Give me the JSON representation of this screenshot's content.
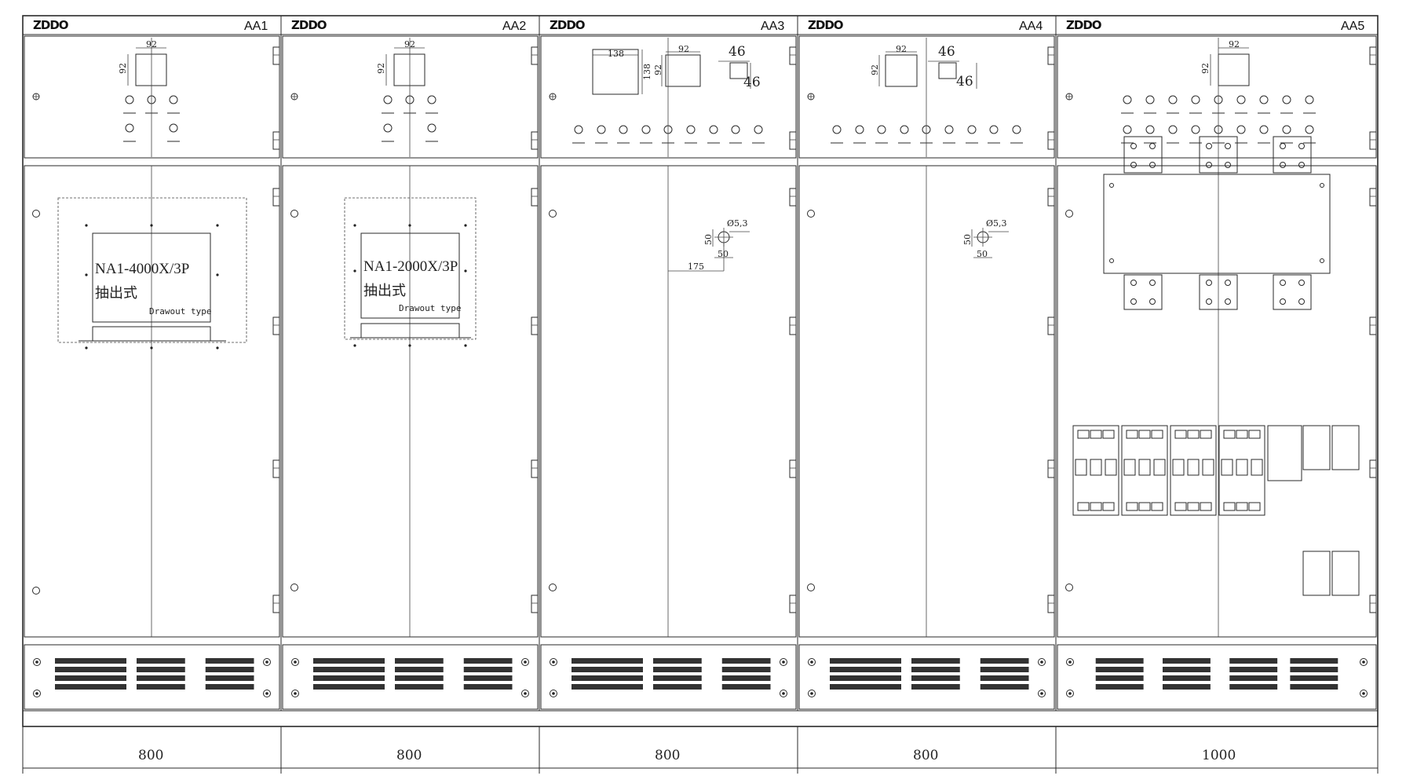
{
  "brand": "ZDDO",
  "panels": [
    {
      "code": "AA1",
      "width": "800",
      "breaker": {
        "model": "NA1-4000X/3P",
        "zh": "抽出式",
        "type": "Drawout type"
      },
      "top_dims": [
        "92",
        "92"
      ]
    },
    {
      "code": "AA2",
      "width": "800",
      "breaker": {
        "model": "NA1-2000X/3P",
        "zh": "抽出式",
        "type": "Drawout type"
      },
      "top_dims": [
        "92",
        "92"
      ]
    },
    {
      "code": "AA3",
      "width": "800",
      "top_dims": [
        "138",
        "138",
        "92",
        "92",
        "46",
        "46"
      ],
      "hole": {
        "dia": "Ø5,3",
        "h": "50",
        "w": "50",
        "offset": "175"
      }
    },
    {
      "code": "AA4",
      "width": "800",
      "top_dims": [
        "92",
        "92",
        "46",
        "46"
      ],
      "hole": {
        "dia": "Ø5,3",
        "h": "50",
        "w": "50"
      }
    },
    {
      "code": "AA5",
      "width": "1000",
      "top_dims": [
        "92",
        "92"
      ]
    }
  ],
  "colors": {
    "line": "#2a2a2a",
    "background": "#ffffff"
  }
}
